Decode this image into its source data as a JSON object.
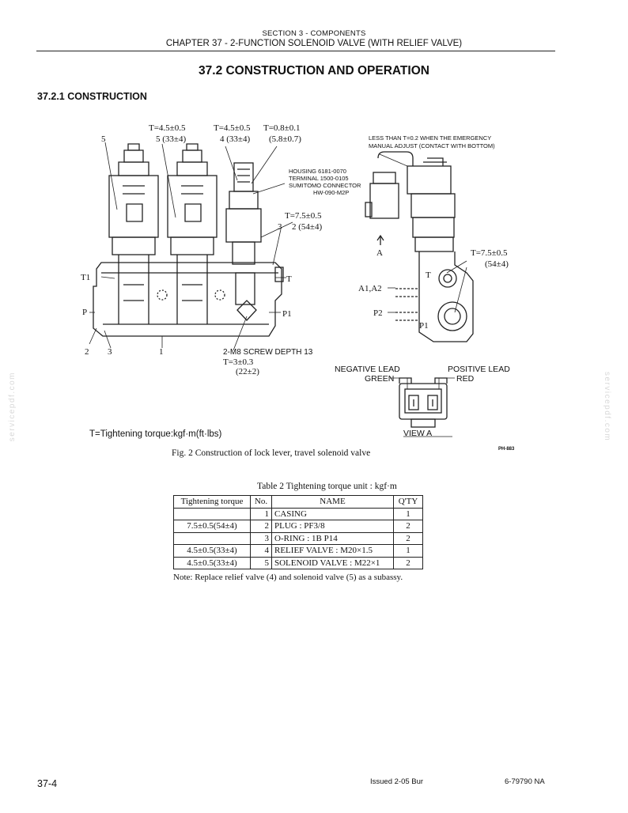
{
  "header": {
    "section": "SECTION 3 - COMPONENTS",
    "chapter": "CHAPTER 37 - 2-FUNCTION SOLENOID VALVE (WITH RELIEF VALVE)"
  },
  "main": {
    "title": "37.2 CONSTRUCTION AND OPERATION",
    "subtitle": "37.2.1 CONSTRUCTION"
  },
  "figure": {
    "labels": {
      "t1": "T=4.5±0.5",
      "t1b": "5 (33±4)",
      "t2": "T=4.5±0.5",
      "t2b": "4 (33±4)",
      "t3": "T=0.8±0.1",
      "t3b": "(5.8±0.7)",
      "n5": "5",
      "housing1": "HOUSING 6181-0070",
      "housing2": "TERMINAL 1500-0105",
      "housing3": "SUMITOMO CONNECTOR",
      "housing4": "HW-090-M2P",
      "t4": "T=7.5±0.5",
      "n3": "3",
      "t4b": "2 (54±4)",
      "lt1": "LESS THAN T=0.2 WHEN THE EMERGENCY",
      "lt2": "MANUAL ADJUST (CONTACT WITH BOTTOM)",
      "a": "A",
      "t5": "T=7.5±0.5",
      "t5b": "(54±4)",
      "T1": "T1",
      "T": "T",
      "Tr": "T",
      "P": "P",
      "P1": "P1",
      "A1A2": "A1,A2",
      "P2": "P2",
      "P1r": "P1",
      "b2": "2",
      "b3": "3",
      "b1": "1",
      "screw1": "2-M8 SCREW DEPTH 13",
      "screw2": "T=3±0.3",
      "screw3": "(22±2)",
      "neg1": "NEGATIVE LEAD",
      "neg2": "GREEN",
      "pos1": "POSITIVE LEAD",
      "pos2": "RED",
      "view": "VIEW  A"
    },
    "legend": "T=Tightening torque:kgf·m(ft·lbs)",
    "caption": "Fig. 2   Construction of lock lever, travel solenoid valve",
    "code": "PH-883"
  },
  "table": {
    "caption": "Table 2   Tightening torque unit : kgf·m",
    "headers": [
      "Tightening torque",
      "No.",
      "NAME",
      "Q'TY"
    ],
    "rows": [
      [
        "",
        "1",
        "CASING",
        "1"
      ],
      [
        "7.5±0.5(54±4)",
        "2",
        "PLUG : PF3/8",
        "2"
      ],
      [
        "",
        "3",
        "O-RING : 1B   P14",
        "2"
      ],
      [
        "4.5±0.5(33±4)",
        "4",
        "RELIEF VALVE : M20×1.5",
        "1"
      ],
      [
        "4.5±0.5(33±4)",
        "5",
        "SOLENOID VALVE : M22×1",
        "2"
      ]
    ],
    "note": "Note: Replace relief valve (4) and solenoid valve (5) as a subassy."
  },
  "watermark": "servicepdf.com",
  "footer": {
    "page": "37-4",
    "issued": "Issued 2-05   Bur",
    "docno": "6-79790 NA"
  }
}
